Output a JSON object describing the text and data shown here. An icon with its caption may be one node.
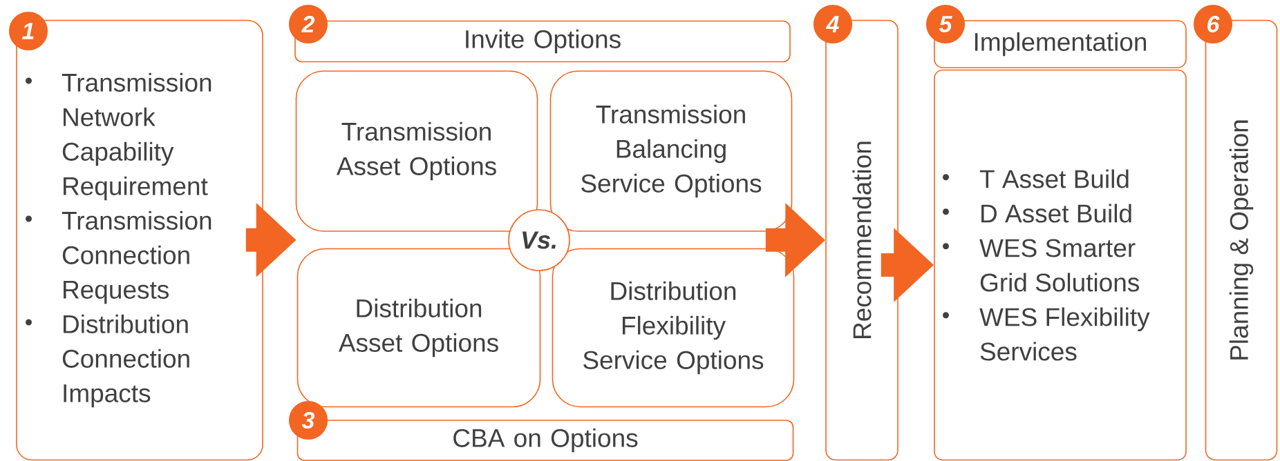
{
  "diagram": {
    "nodes": [
      {
        "text": [
          "Transmission Network Capability Requirement",
          "Transmission Connection Requests",
          "Distribution Connection Impacts"
        ]
      },
      {
        "text": [
          "1"
        ]
      },
      {
        "text": [
          "Invite Options"
        ]
      },
      {
        "text": [
          "2"
        ]
      },
      {
        "text": [
          "Transmission Asset Options"
        ]
      },
      {
        "text": [
          "Transmission Balancing Service Options"
        ]
      },
      {
        "text": [
          "Distribution Asset Options"
        ]
      },
      {
        "text": [
          "Distribution Flexibility Service Options"
        ]
      },
      {
        "text": [
          "Vs."
        ]
      },
      {
        "text": [
          "CBA on Options"
        ]
      },
      {
        "text": [
          "3"
        ]
      },
      {
        "text": [
          "Recommendation"
        ]
      },
      {
        "text": [
          "4"
        ]
      },
      {
        "text": [
          "Implementation"
        ]
      },
      {
        "text": [
          "5"
        ]
      },
      {
        "text": [
          "T Asset Build",
          "D Asset Build",
          "WES Smarter Grid Solutions",
          "WES Flexibility Services"
        ]
      },
      {
        "text": [
          "Planning & Operation"
        ]
      },
      {
        "text": [
          "6"
        ]
      }
    ],
    "edges": [
      {
        "from": 0,
        "to": 4,
        "arrow": "to"
      },
      {
        "from": 0,
        "to": 6,
        "arrow": "to"
      },
      {
        "from": 5,
        "to": 11,
        "arrow": "to"
      },
      {
        "from": 7,
        "to": 11,
        "arrow": "to"
      },
      {
        "from": 11,
        "to": 15,
        "arrow": "to"
      }
    ]
  }
}
